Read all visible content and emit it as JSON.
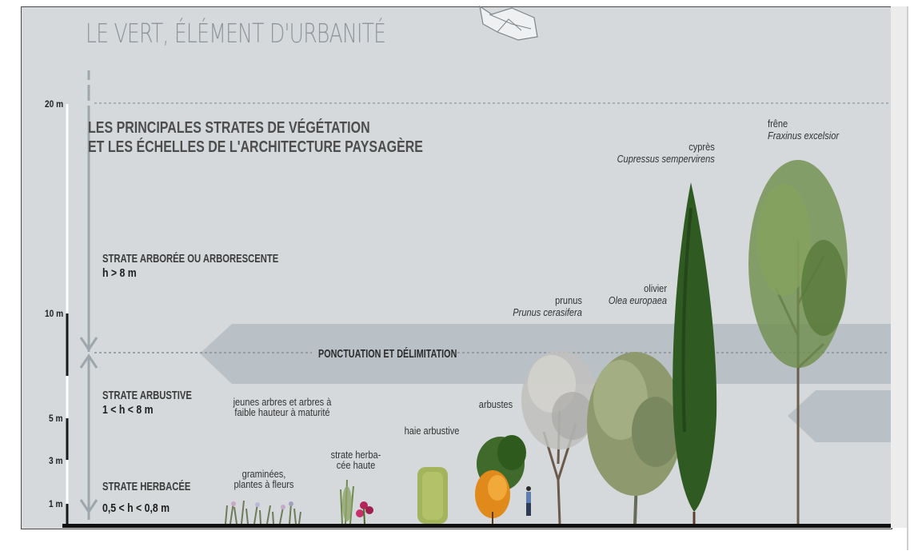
{
  "title": "LE VERT, ÉLÉMENT D'URBANITÉ",
  "subtitle_line1": "LES PRINCIPALES STRATES DE VÉGÉTATION",
  "subtitle_line2": "ET LES ÉCHELLES DE L'ARCHITECTURE PAYSAGÈRE",
  "scale": {
    "m20": "20 m",
    "m10": "10 m",
    "m5": "5 m",
    "m3": "3 m",
    "m1": "1 m"
  },
  "strata": {
    "arboree_name": "STRATE ARBORÉE OU ARBORESCENTE",
    "arboree_range": "h > 8 m",
    "arbustive_name": "STRATE ARBUSTIVE",
    "arbustive_range": "1 < h < 8 m",
    "herbacee_name": "STRATE HERBACÉE",
    "herbacee_range": "0,5 < h < 0,8 m"
  },
  "band_label": "PONCTUATION ET DÉLIMITATION",
  "plants": {
    "graminees_line1": "graminées,",
    "graminees_line2": "plantes à fleurs",
    "strate_haute_line1": "strate herba-",
    "strate_haute_line2": "cée haute",
    "haie": "haie arbustive",
    "arbustes": "arbustes",
    "jeunes_line1": "jeunes arbres et arbres à",
    "jeunes_line2": "faible hauteur à maturité"
  },
  "trees": {
    "prunus_common": "prunus",
    "prunus_latin": "Prunus cerasifera",
    "olivier_common": "olivier",
    "olivier_latin": "Olea europaea",
    "cypres_common": "cyprès",
    "cypres_latin": "Cupressus sempervirens",
    "frene_common": "frêne",
    "frene_latin": "Fraxinus excelsior"
  },
  "colors": {
    "background": "#d5d9db",
    "band": "#b9c1c6",
    "scale_arrow": "#9ea6ab",
    "ground": "#111111"
  }
}
